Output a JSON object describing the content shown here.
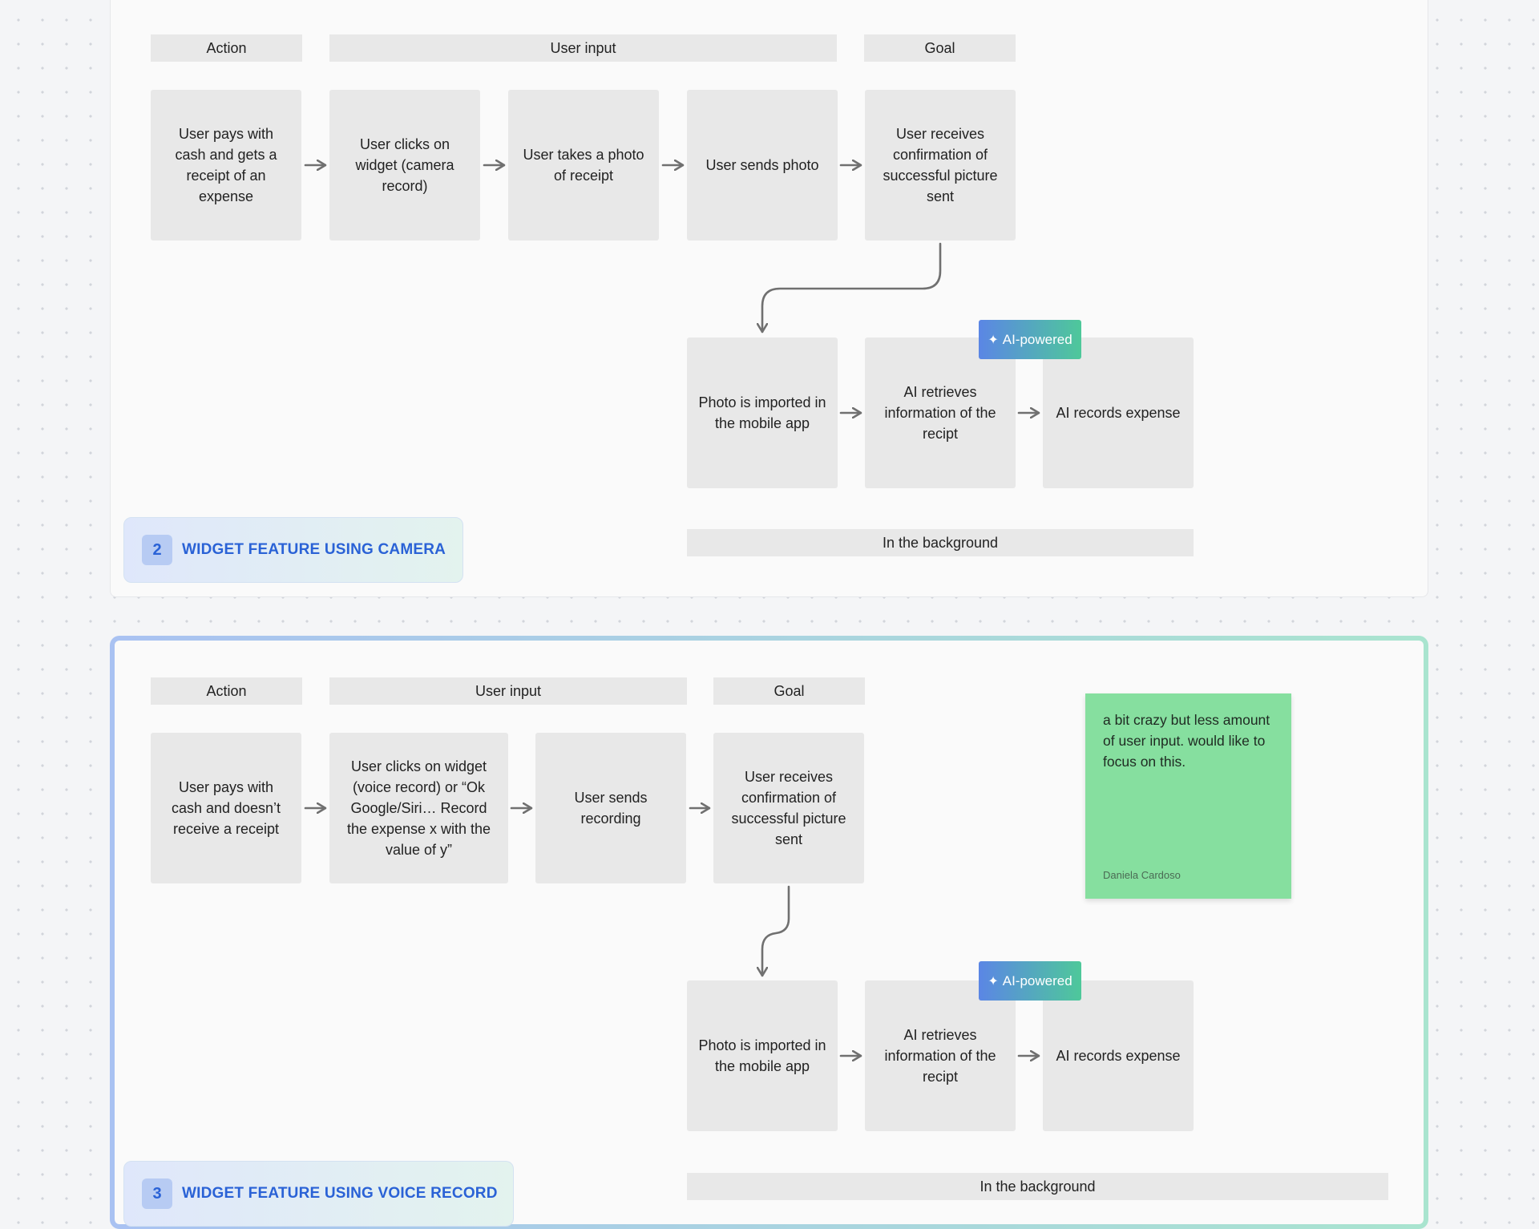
{
  "section1": {
    "headers": {
      "action": "Action",
      "user_input": "User input",
      "goal": "Goal"
    },
    "steps": [
      "User pays with cash and gets a receipt of an expense",
      "User clicks on widget (camera record)",
      "User takes a photo of receipt",
      "User sends photo",
      "User receives confirmation of successful picture sent"
    ],
    "background_steps": [
      "Photo is imported in the mobile app",
      "AI retrieves information of the recipt",
      "AI records expense"
    ],
    "ai_badge": "AI-powered",
    "background_label": "In the background",
    "label": {
      "number": "2",
      "title": "WIDGET FEATURE USING CAMERA"
    }
  },
  "section2": {
    "headers": {
      "action": "Action",
      "user_input": "User input",
      "goal": "Goal"
    },
    "steps": [
      "User pays with cash and doesn’t receive a receipt",
      "User clicks on widget (voice record) or “Ok Google/Siri… Record the expense x with the value of y”",
      "User sends recording",
      "User receives confirmation of successful picture sent"
    ],
    "background_steps": [
      "Photo is imported in the mobile app",
      "AI retrieves information of the recipt",
      "AI records expense"
    ],
    "ai_badge": "AI-powered",
    "background_label": "In the background",
    "label": {
      "number": "3",
      "title": "WIDGET FEATURE USING VOICE RECORD"
    }
  },
  "sticky_note": {
    "text": "a bit crazy but less amount of user input. would like to focus on this.",
    "author": "Daniela Cardoso",
    "color": "#86df9f"
  },
  "colors": {
    "accent": "#2a62d6",
    "ai_badge_start": "#5b86e5",
    "ai_badge_end": "#4ec89a"
  }
}
